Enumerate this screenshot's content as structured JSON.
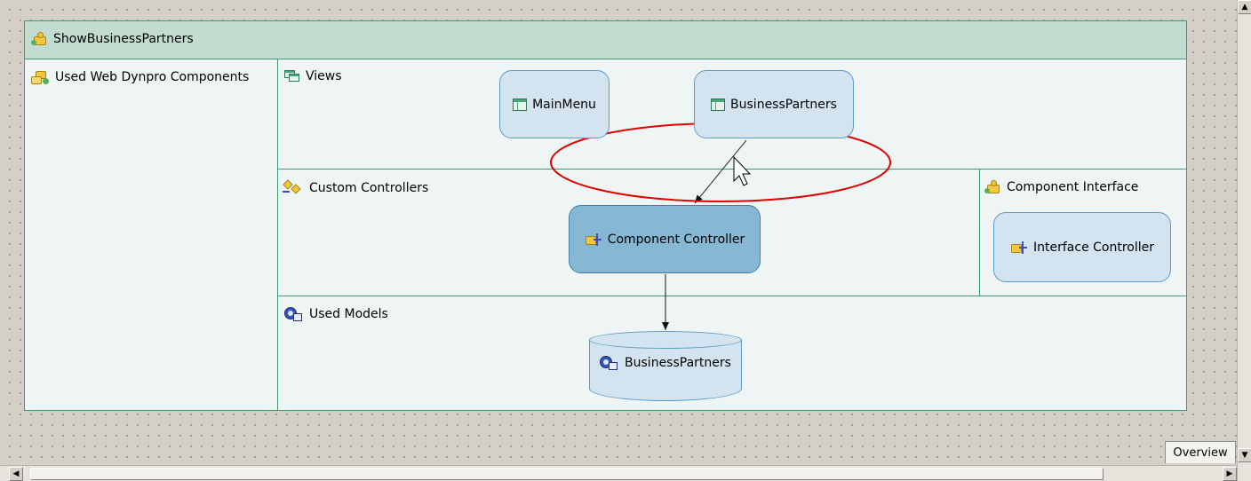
{
  "component": {
    "title": "ShowBusinessPartners"
  },
  "sections": {
    "used_components": "Used Web Dynpro Components",
    "views": "Views",
    "custom_controllers": "Custom Controllers",
    "component_interface": "Component Interface",
    "used_models": "Used Models"
  },
  "nodes": {
    "main_menu": "MainMenu",
    "business_partners_view": "BusinessPartners",
    "component_controller": "Component Controller",
    "interface_controller": "Interface Controller",
    "business_partners_model": "BusinessPartners"
  },
  "overview": {
    "label": "Overview"
  },
  "colors": {
    "frame_border": "#3f9a70",
    "header_fill": "#c2ddd0",
    "panel_fill": "#eef5f4",
    "node_fill": "#d3e4f0",
    "node_selected": "#86b7d3",
    "highlight_ellipse": "#e00000"
  },
  "icons": {
    "component": "puzzle-icon",
    "view": "view-window-icon",
    "controller": "controller-icon",
    "model": "model-icon"
  }
}
